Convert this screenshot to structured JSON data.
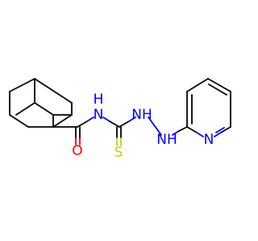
{
  "molecule": {
    "atoms": {
      "amide_o": "O",
      "thio_s": "S",
      "amide_nh_h": "H",
      "amide_nh_n": "N",
      "hydrazine_n1": "NH",
      "hydrazine_n2": "NH",
      "pyridine_n": "N"
    },
    "colors": {
      "carbon_bond": "#000000",
      "nitrogen": "#0000ff",
      "oxygen": "#ff0000",
      "sulfur": "#cccc00"
    }
  }
}
